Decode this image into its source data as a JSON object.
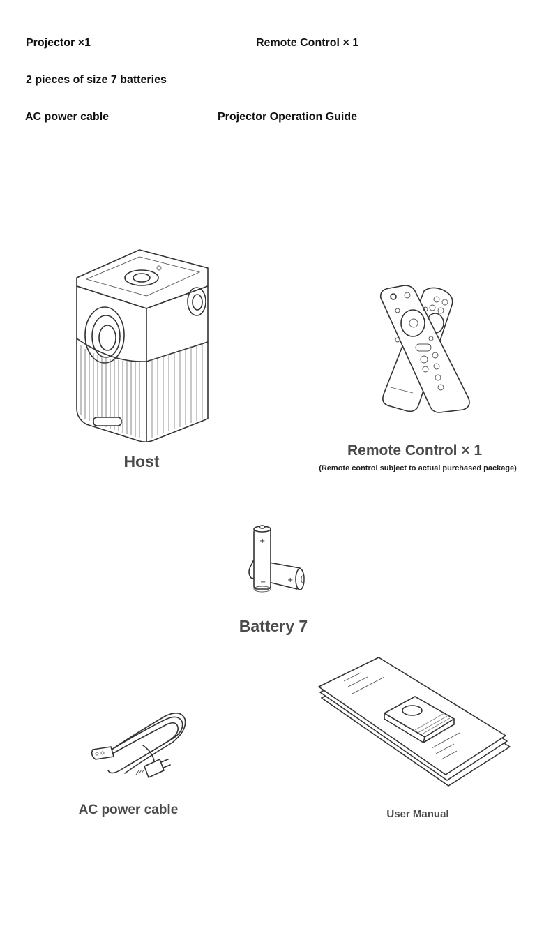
{
  "package_list": {
    "projector": "Projector ×1",
    "remote": "Remote Control × 1",
    "batteries": "2 pieces of size 7 batteries",
    "power_cable": "AC power cable",
    "guide": "Projector Operation Guide"
  },
  "items": {
    "host": {
      "caption": "Host"
    },
    "remote": {
      "caption": "Remote Control × 1",
      "note": "(Remote control subject to actual purchased package)"
    },
    "battery": {
      "caption": "Battery 7",
      "plus": "+",
      "minus": "−"
    },
    "cable": {
      "caption": "AC power cable"
    },
    "manual": {
      "caption": "User Manual"
    }
  }
}
